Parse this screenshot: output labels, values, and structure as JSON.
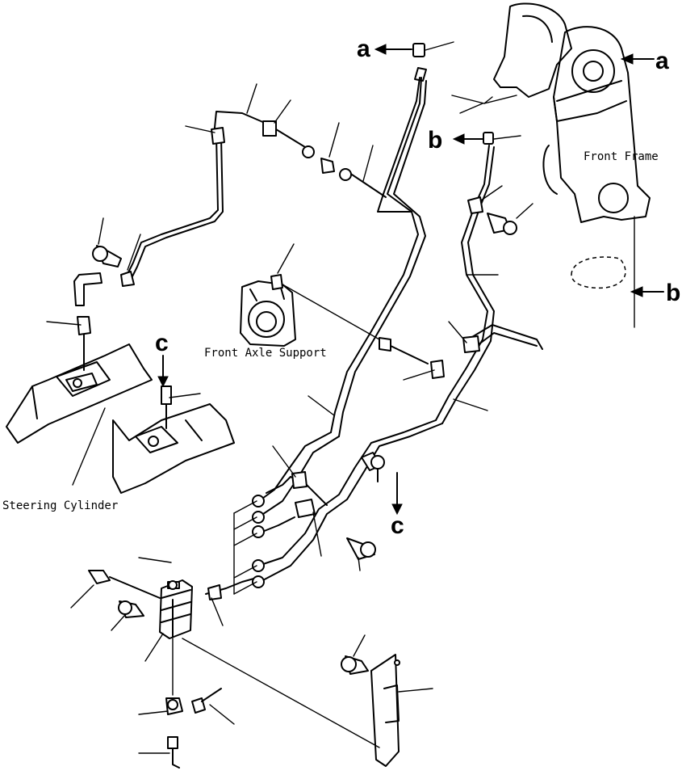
{
  "labels": {
    "front_frame": "Front Frame",
    "front_axle_support": "Front Axle Support",
    "steering_cylinder": "Steering Cylinder"
  },
  "refs": {
    "a_left": "a",
    "a_right": "a",
    "b_left": "b",
    "b_right": "b",
    "c_top": "c",
    "c_bottom": "c"
  }
}
